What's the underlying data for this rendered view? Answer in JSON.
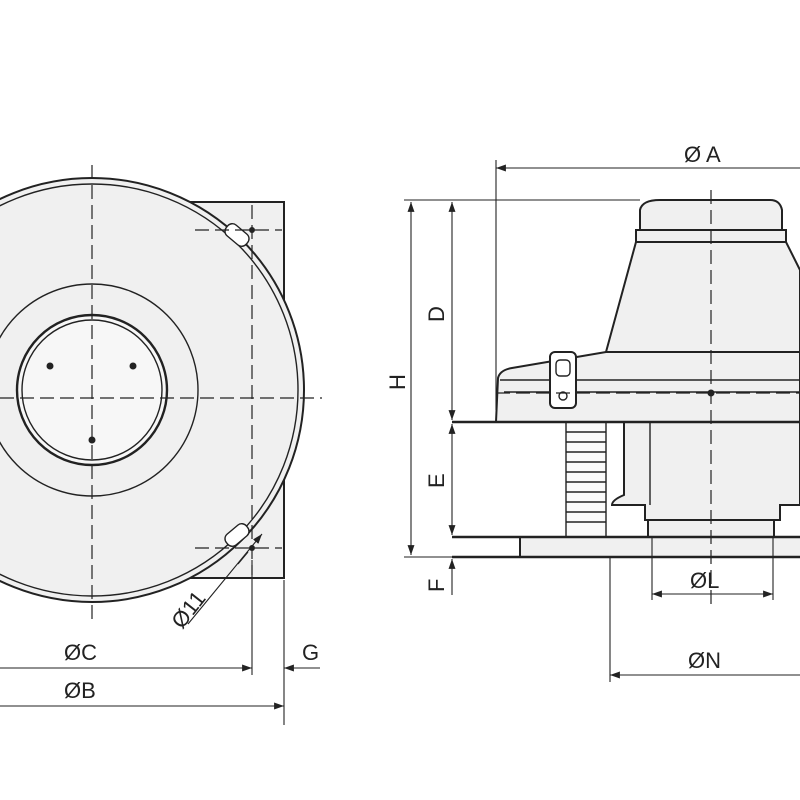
{
  "labels": {
    "dia_a": "Ø A",
    "dia_c": "ØC",
    "dia_b": "ØB",
    "dia_l": "ØL",
    "dia_n": "ØN",
    "hole": "Ø11",
    "g": "G",
    "h": "H",
    "d": "D",
    "e": "E",
    "f": "F"
  },
  "colors": {
    "line": "#222222",
    "fill": "#f0f0f0",
    "paper": "#ffffff"
  }
}
